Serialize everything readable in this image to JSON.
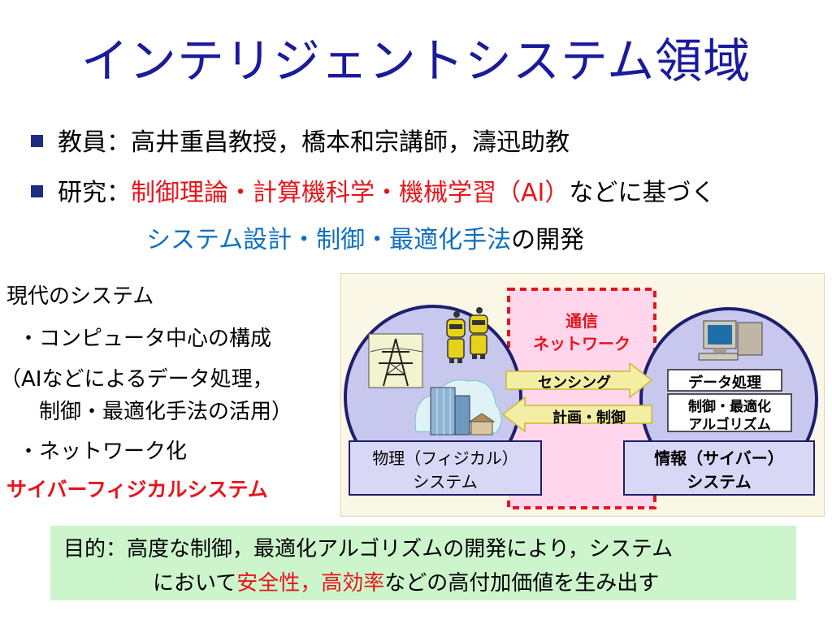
{
  "title": "インテリジェントシステム領域",
  "bullets": {
    "faculty": {
      "label": "教員：",
      "text": "高井重昌教授，橋本和宗講師，濤迅助教"
    },
    "research": {
      "label": "研究：",
      "fields": "制御理論・計算機科学・機械学習（AI）",
      "suffix": "などに基づく",
      "topics": "システム設計・制御・最適化手法",
      "topics_suffix": "の開発"
    }
  },
  "left_text": {
    "line1": "現代のシステム",
    "line2": "・コンピュータ中心の構成",
    "line3": "（AIなどによるデータ処理，",
    "line4": "制御・最適化手法の活用）",
    "line5": "・ネットワーク化",
    "cps": "サイバーフィジカルシステム"
  },
  "diagram": {
    "network_label_1": "通信",
    "network_label_2": "ネットワーク",
    "arrow_sensing": "センシング",
    "arrow_control": "計画・制御",
    "data_processing": "データ処理",
    "algorithm_1": "制御・最適化",
    "algorithm_2": "アルゴリズム",
    "physical_1": "物理（フィジカル）",
    "physical_2": "システム",
    "cyber_1": "情報（サイバー）",
    "cyber_2": "システム"
  },
  "purpose": {
    "label": "目的：",
    "line1": "高度な制御，最適化アルゴリズムの開発により，システム",
    "line2_prefix": "において",
    "safety": "安全性",
    "comma": "，",
    "efficiency": "高効率",
    "line2_suffix": "などの高付加価値を生み出す"
  },
  "colors": {
    "title": "#1a1a9c",
    "highlight_red": "#e8141a",
    "highlight_blue": "#0f6fbf",
    "purpose_bg": "#ccf5cc",
    "circle_fill": "#c8c8ee",
    "network_fill": "#ffd6ec"
  }
}
